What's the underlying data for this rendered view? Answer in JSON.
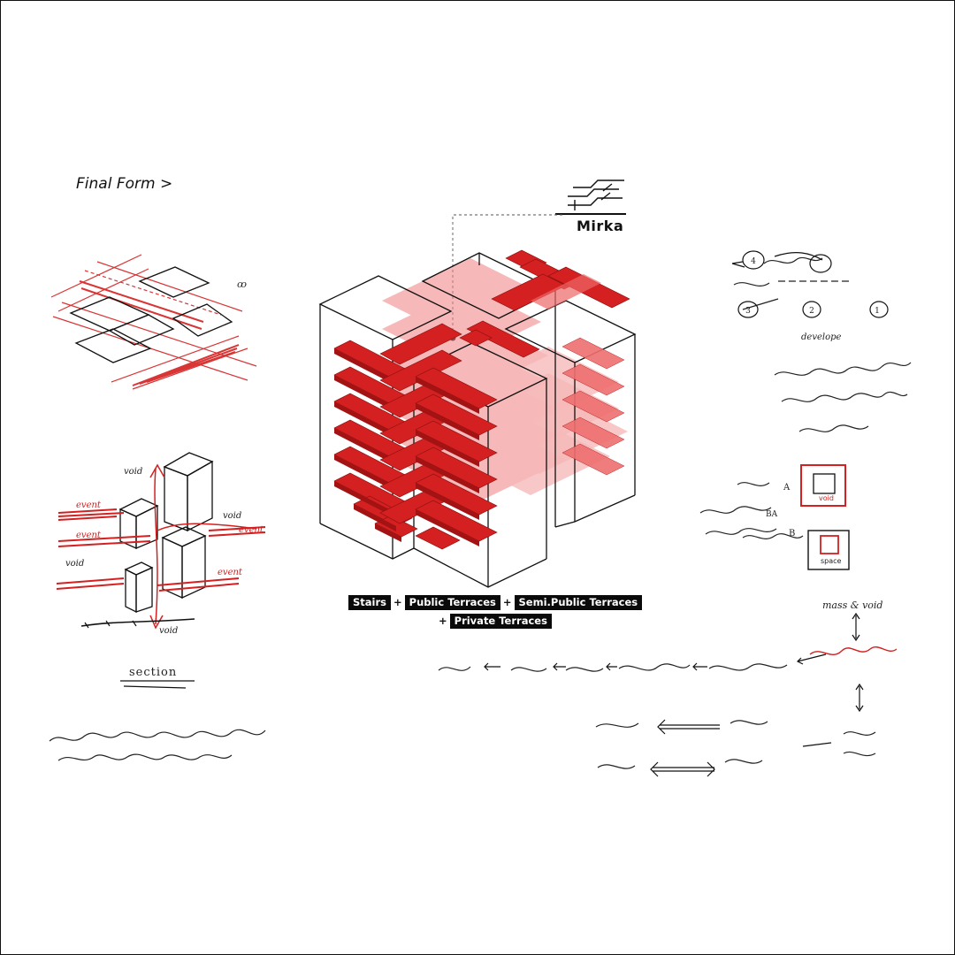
{
  "title": "Final Form >",
  "building_name": "Mirka",
  "legend": {
    "row1": [
      "Stairs",
      "Public Terraces",
      "Semi.Public Terraces"
    ],
    "row2": [
      "Private Terraces"
    ],
    "joiner": "+"
  },
  "sketch_labels": {
    "void_top": "void",
    "void_right": "void",
    "void_left": "void",
    "void_bottom": "void",
    "event_1": "event",
    "event_2": "event",
    "event_3": "event",
    "event_4": "event",
    "section": "section",
    "develope": "develope",
    "mass_void": "mass & void",
    "space": "space",
    "void_box": "void",
    "label_a": "A",
    "label_b": "B",
    "label_ba": "BA",
    "num_1": "1",
    "num_2": "2",
    "num_3": "3",
    "num_4": "4"
  },
  "colors": {
    "accent": "#d42020",
    "ink": "#111111",
    "legend_bg": "#0a0a0a"
  }
}
